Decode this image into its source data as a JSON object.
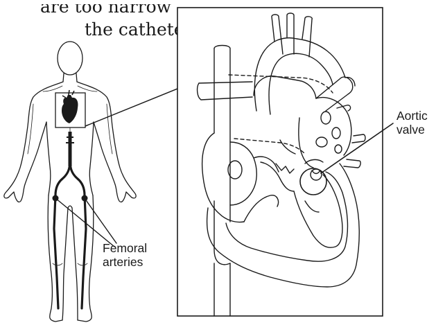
{
  "caption": {
    "line1": "are too narrow",
    "line2": "the catheter."
  },
  "labels": {
    "femoral_line1": "Femoral",
    "femoral_line2": "arteries",
    "aortic_line1": "Aortic",
    "aortic_line2": "valve"
  },
  "colors": {
    "ink": "#1a1a1a",
    "background": "#ffffff"
  },
  "icons": [
    "human-body-outline",
    "heart-illustration",
    "arterial-path",
    "heart-cross-section"
  ]
}
